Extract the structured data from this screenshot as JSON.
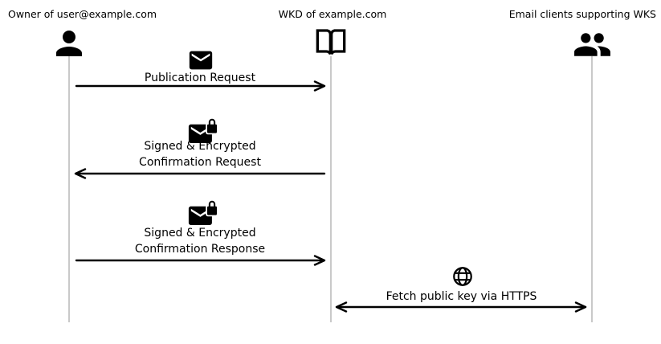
{
  "diagram": {
    "type": "sequence-diagram",
    "actors": [
      {
        "id": "owner",
        "label": "Owner of user@example.com",
        "icon": "person-icon"
      },
      {
        "id": "wkd",
        "label": "WKD of example.com",
        "icon": "open-book-icon"
      },
      {
        "id": "clients",
        "label": "Email clients supporting WKS",
        "icon": "people-icon"
      }
    ],
    "messages": [
      {
        "from": "owner",
        "to": "wkd",
        "direction": "right",
        "icon": "envelope-icon",
        "lines": [
          "Publication Request"
        ]
      },
      {
        "from": "wkd",
        "to": "owner",
        "direction": "left",
        "icon": "envelope-lock-icon",
        "lines": [
          "Signed & Encrypted",
          "Confirmation Request"
        ]
      },
      {
        "from": "owner",
        "to": "wkd",
        "direction": "right",
        "icon": "envelope-lock-icon",
        "lines": [
          "Signed & Encrypted",
          "Confirmation Response"
        ]
      },
      {
        "from": "wkd",
        "to": "clients",
        "direction": "both",
        "icon": "globe-icon",
        "lines": [
          "Fetch public key via HTTPS"
        ]
      }
    ],
    "colors": {
      "foreground": "#000000",
      "lifeline": "#c9c9c9",
      "background": "#ffffff"
    }
  }
}
